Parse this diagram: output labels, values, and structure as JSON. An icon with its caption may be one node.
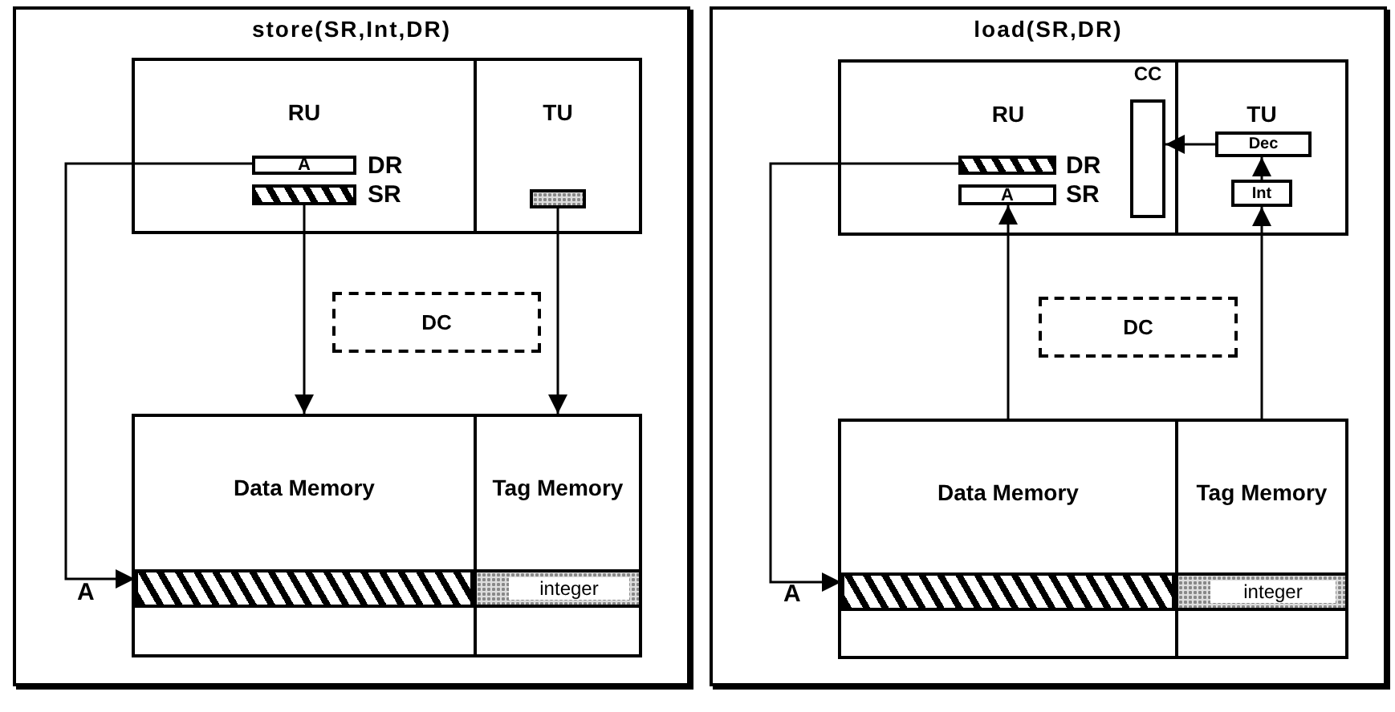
{
  "diagram": {
    "nodes": [
      {
        "text": [
          "store(SR,Int,DR)"
        ]
      },
      {
        "text": [
          "RU"
        ],
        "in": 0
      },
      {
        "text": [
          "A"
        ],
        "in": 1,
        "beside": [
          "DR"
        ]
      },
      {
        "text": [],
        "shape": "bar",
        "in": 1,
        "beside": [
          "SR"
        ]
      },
      {
        "text": [
          "TU"
        ],
        "in": 0
      },
      {
        "text": [],
        "shape": "bar",
        "in": 4
      },
      {
        "text": [
          "DC"
        ],
        "in": 0
      },
      {
        "text": [
          "Data Memory"
        ],
        "in": 0
      },
      {
        "text": [
          "Tag Memory"
        ],
        "in": 0
      },
      {
        "text": [],
        "shape": "bar",
        "in": 7,
        "beside": [
          "A"
        ]
      },
      {
        "text": [
          "integer"
        ],
        "in": 8
      },
      {
        "text": [
          "load(SR,DR)"
        ]
      },
      {
        "text": [
          "RU"
        ],
        "in": 11
      },
      {
        "text": [],
        "shape": "bar",
        "in": 12,
        "beside": [
          "DR"
        ]
      },
      {
        "text": [
          "A"
        ],
        "in": 12,
        "beside": [
          "SR"
        ]
      },
      {
        "text": [
          "CC"
        ],
        "in": 12
      },
      {
        "text": [
          "TU"
        ],
        "in": 11
      },
      {
        "text": [
          "Dec"
        ],
        "in": 16
      },
      {
        "text": [
          "Int"
        ],
        "in": 16
      },
      {
        "text": [
          "DC"
        ],
        "in": 11
      },
      {
        "text": [
          "Data Memory"
        ],
        "in": 11
      },
      {
        "text": [
          "Tag Memory"
        ],
        "in": 11
      },
      {
        "text": [],
        "shape": "bar",
        "in": 20,
        "beside": [
          "A"
        ]
      },
      {
        "text": [
          "integer"
        ],
        "in": 21
      }
    ],
    "edges": [
      {
        "from": 2,
        "to": 9,
        "arrow": "to"
      },
      {
        "from": 3,
        "to": 7,
        "arrow": "to"
      },
      {
        "from": 5,
        "to": 8,
        "arrow": "to"
      },
      {
        "from": 13,
        "to": 22,
        "arrow": "to"
      },
      {
        "from": 20,
        "to": 14,
        "arrow": "to"
      },
      {
        "from": 21,
        "to": 18,
        "arrow": "to"
      },
      {
        "from": 18,
        "to": 17,
        "arrow": "to"
      },
      {
        "from": 17,
        "to": 15,
        "arrow": "to"
      }
    ]
  }
}
